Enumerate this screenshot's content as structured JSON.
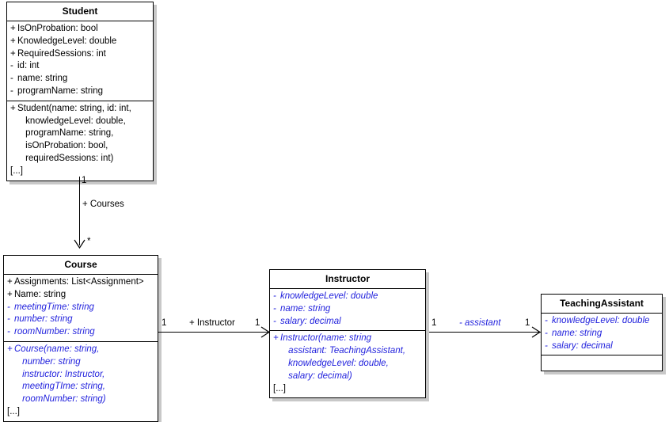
{
  "diagram": {
    "kind": "uml-class-diagram",
    "colors": {
      "abstract_member": "#2222dd",
      "concrete_member": "#000000",
      "box_border": "#000000",
      "box_fill": "#ffffff",
      "shadow": "#c8c8c8"
    }
  },
  "classes": {
    "student": {
      "name": "Student",
      "attributes": [
        {
          "visibility": "+",
          "text": "IsOnProbation: bool",
          "abstract": false
        },
        {
          "visibility": "+",
          "text": "KnowledgeLevel: double",
          "abstract": false
        },
        {
          "visibility": "+",
          "text": "RequiredSessions: int",
          "abstract": false
        },
        {
          "visibility": "-",
          "text": "id: int",
          "abstract": false
        },
        {
          "visibility": "-",
          "text": "name: string",
          "abstract": false
        },
        {
          "visibility": "-",
          "text": "programName: string",
          "abstract": false
        }
      ],
      "operations": [
        {
          "visibility": "+",
          "text": "Student(name: string, id: int,",
          "abstract": false
        },
        {
          "visibility": "",
          "text": "knowledgeLevel: double,",
          "abstract": false,
          "continuation": true
        },
        {
          "visibility": "",
          "text": "programName: string,",
          "abstract": false,
          "continuation": true
        },
        {
          "visibility": "",
          "text": "isOnProbation: bool,",
          "abstract": false,
          "continuation": true
        },
        {
          "visibility": "",
          "text": "requiredSessions: int)",
          "abstract": false,
          "continuation": true
        },
        {
          "visibility": "",
          "text": "[...]",
          "abstract": false,
          "ellipsis": true
        }
      ]
    },
    "course": {
      "name": "Course",
      "attributes": [
        {
          "visibility": "+",
          "text": "Assignments: List<Assignment>",
          "abstract": false
        },
        {
          "visibility": "+",
          "text": "Name: string",
          "abstract": false
        },
        {
          "visibility": "-",
          "text": "meetingTime: string",
          "abstract": true
        },
        {
          "visibility": "-",
          "text": "number: string",
          "abstract": true
        },
        {
          "visibility": "-",
          "text": "roomNumber: string",
          "abstract": true
        }
      ],
      "operations": [
        {
          "visibility": "+",
          "text": "Course(name: string,",
          "abstract": true
        },
        {
          "visibility": "",
          "text": "number: string",
          "abstract": true,
          "continuation": true
        },
        {
          "visibility": "",
          "text": "instructor: Instructor,",
          "abstract": true,
          "continuation": true
        },
        {
          "visibility": "",
          "text": "meetingTIme: string,",
          "abstract": true,
          "continuation": true
        },
        {
          "visibility": "",
          "text": "roomNumber: string)",
          "abstract": true,
          "continuation": true
        },
        {
          "visibility": "",
          "text": "[...]",
          "abstract": false,
          "ellipsis": true
        }
      ]
    },
    "instructor": {
      "name": "Instructor",
      "attributes": [
        {
          "visibility": "-",
          "text": "knowledgeLevel: double",
          "abstract": true
        },
        {
          "visibility": "-",
          "text": "name: string",
          "abstract": true
        },
        {
          "visibility": "-",
          "text": "salary: decimal",
          "abstract": true
        }
      ],
      "operations": [
        {
          "visibility": "+",
          "text": "Instructor(name: string",
          "abstract": true
        },
        {
          "visibility": "",
          "text": "assistant: TeachingAssistant,",
          "abstract": true,
          "continuation": true
        },
        {
          "visibility": "",
          "text": "knowledgeLevel: double,",
          "abstract": true,
          "continuation": true
        },
        {
          "visibility": "",
          "text": "salary: decimal)",
          "abstract": true,
          "continuation": true
        },
        {
          "visibility": "",
          "text": "[...]",
          "abstract": false,
          "ellipsis": true
        }
      ]
    },
    "teaching_assistant": {
      "name": "TeachingAssistant",
      "attributes": [
        {
          "visibility": "-",
          "text": "knowledgeLevel: double",
          "abstract": true
        },
        {
          "visibility": "-",
          "text": "name: string",
          "abstract": true
        },
        {
          "visibility": "-",
          "text": "salary: decimal",
          "abstract": true
        }
      ],
      "operations": []
    }
  },
  "associations": [
    {
      "id": "student-courses",
      "source": "Student",
      "target": "Course",
      "label": "+ Courses",
      "label_abstract": false,
      "source_multiplicity": "1",
      "target_multiplicity": "*",
      "arrow": "open"
    },
    {
      "id": "course-instructor",
      "source": "Course",
      "target": "Instructor",
      "label": "+ Instructor",
      "label_abstract": false,
      "source_multiplicity": "1",
      "target_multiplicity": "1",
      "arrow": "open"
    },
    {
      "id": "instructor-assistant",
      "source": "Instructor",
      "target": "TeachingAssistant",
      "label": "- assistant",
      "label_abstract": true,
      "source_multiplicity": "1",
      "target_multiplicity": "1",
      "arrow": "open"
    }
  ]
}
